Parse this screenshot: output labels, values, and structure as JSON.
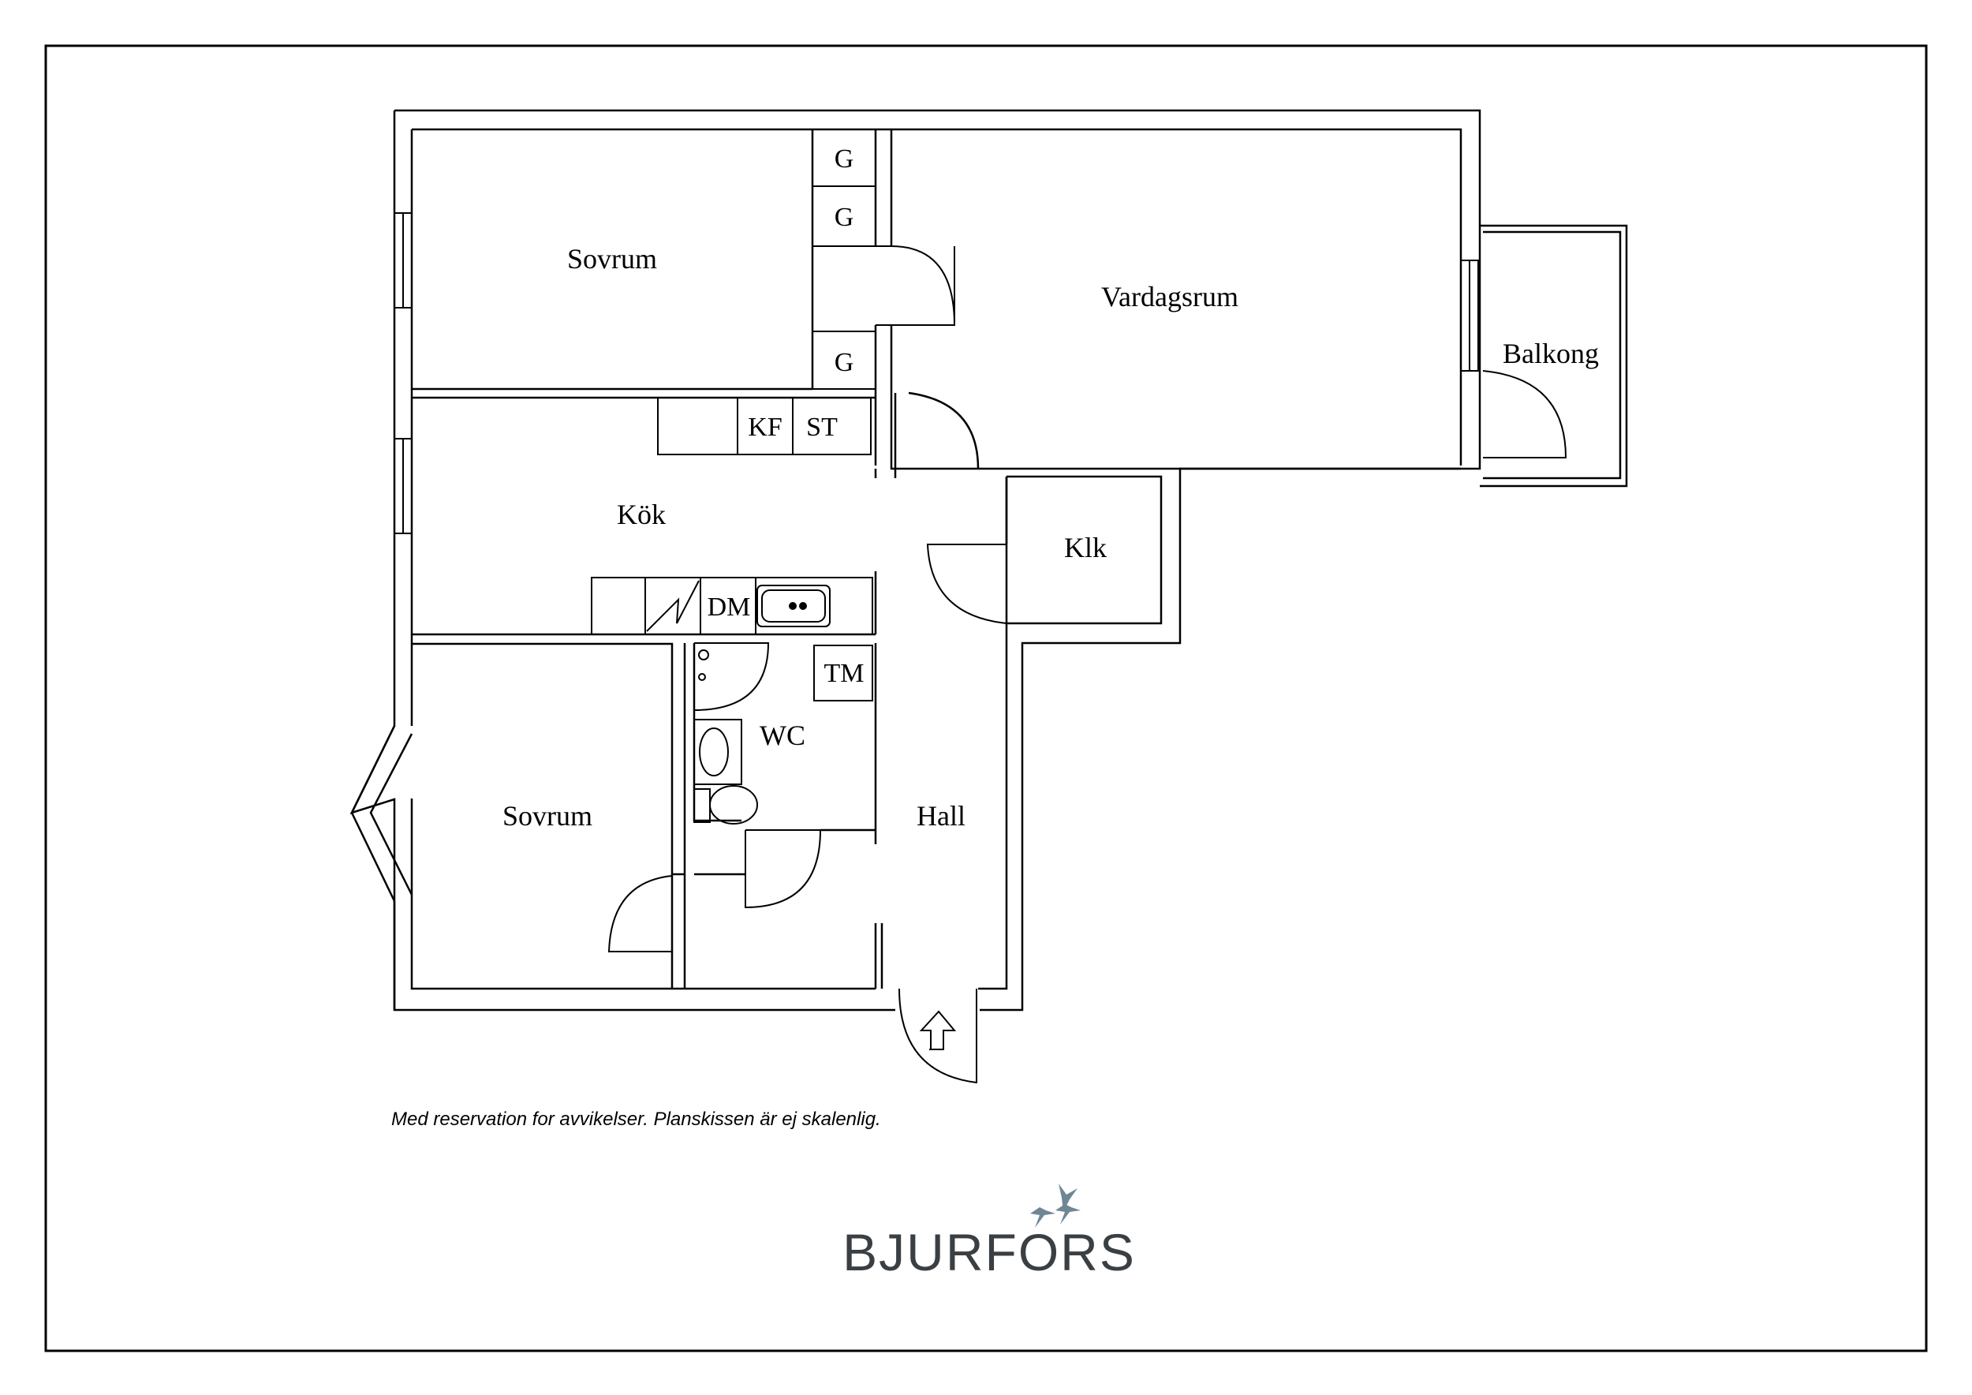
{
  "rooms": {
    "sovrum_top": "Sovrum",
    "vardagsrum": "Vardagsrum",
    "balkong": "Balkong",
    "kok": "Kök",
    "klk": "Klk",
    "wc": "WC",
    "sovrum_bottom": "Sovrum",
    "hall": "Hall"
  },
  "fixtures": {
    "wardrobe_1": "G",
    "wardrobe_2": "G",
    "wardrobe_3": "G",
    "fridge_freezer": "KF",
    "stove": "ST",
    "dishwasher": "DM",
    "washing_machine": "TM"
  },
  "disclaimer": "Med reservation for avvikelser. Planskissen är ej skalenlig.",
  "brand": {
    "name": "BJURFORS",
    "text_color": "#3a3f44",
    "bird_color": "#6f8794"
  }
}
